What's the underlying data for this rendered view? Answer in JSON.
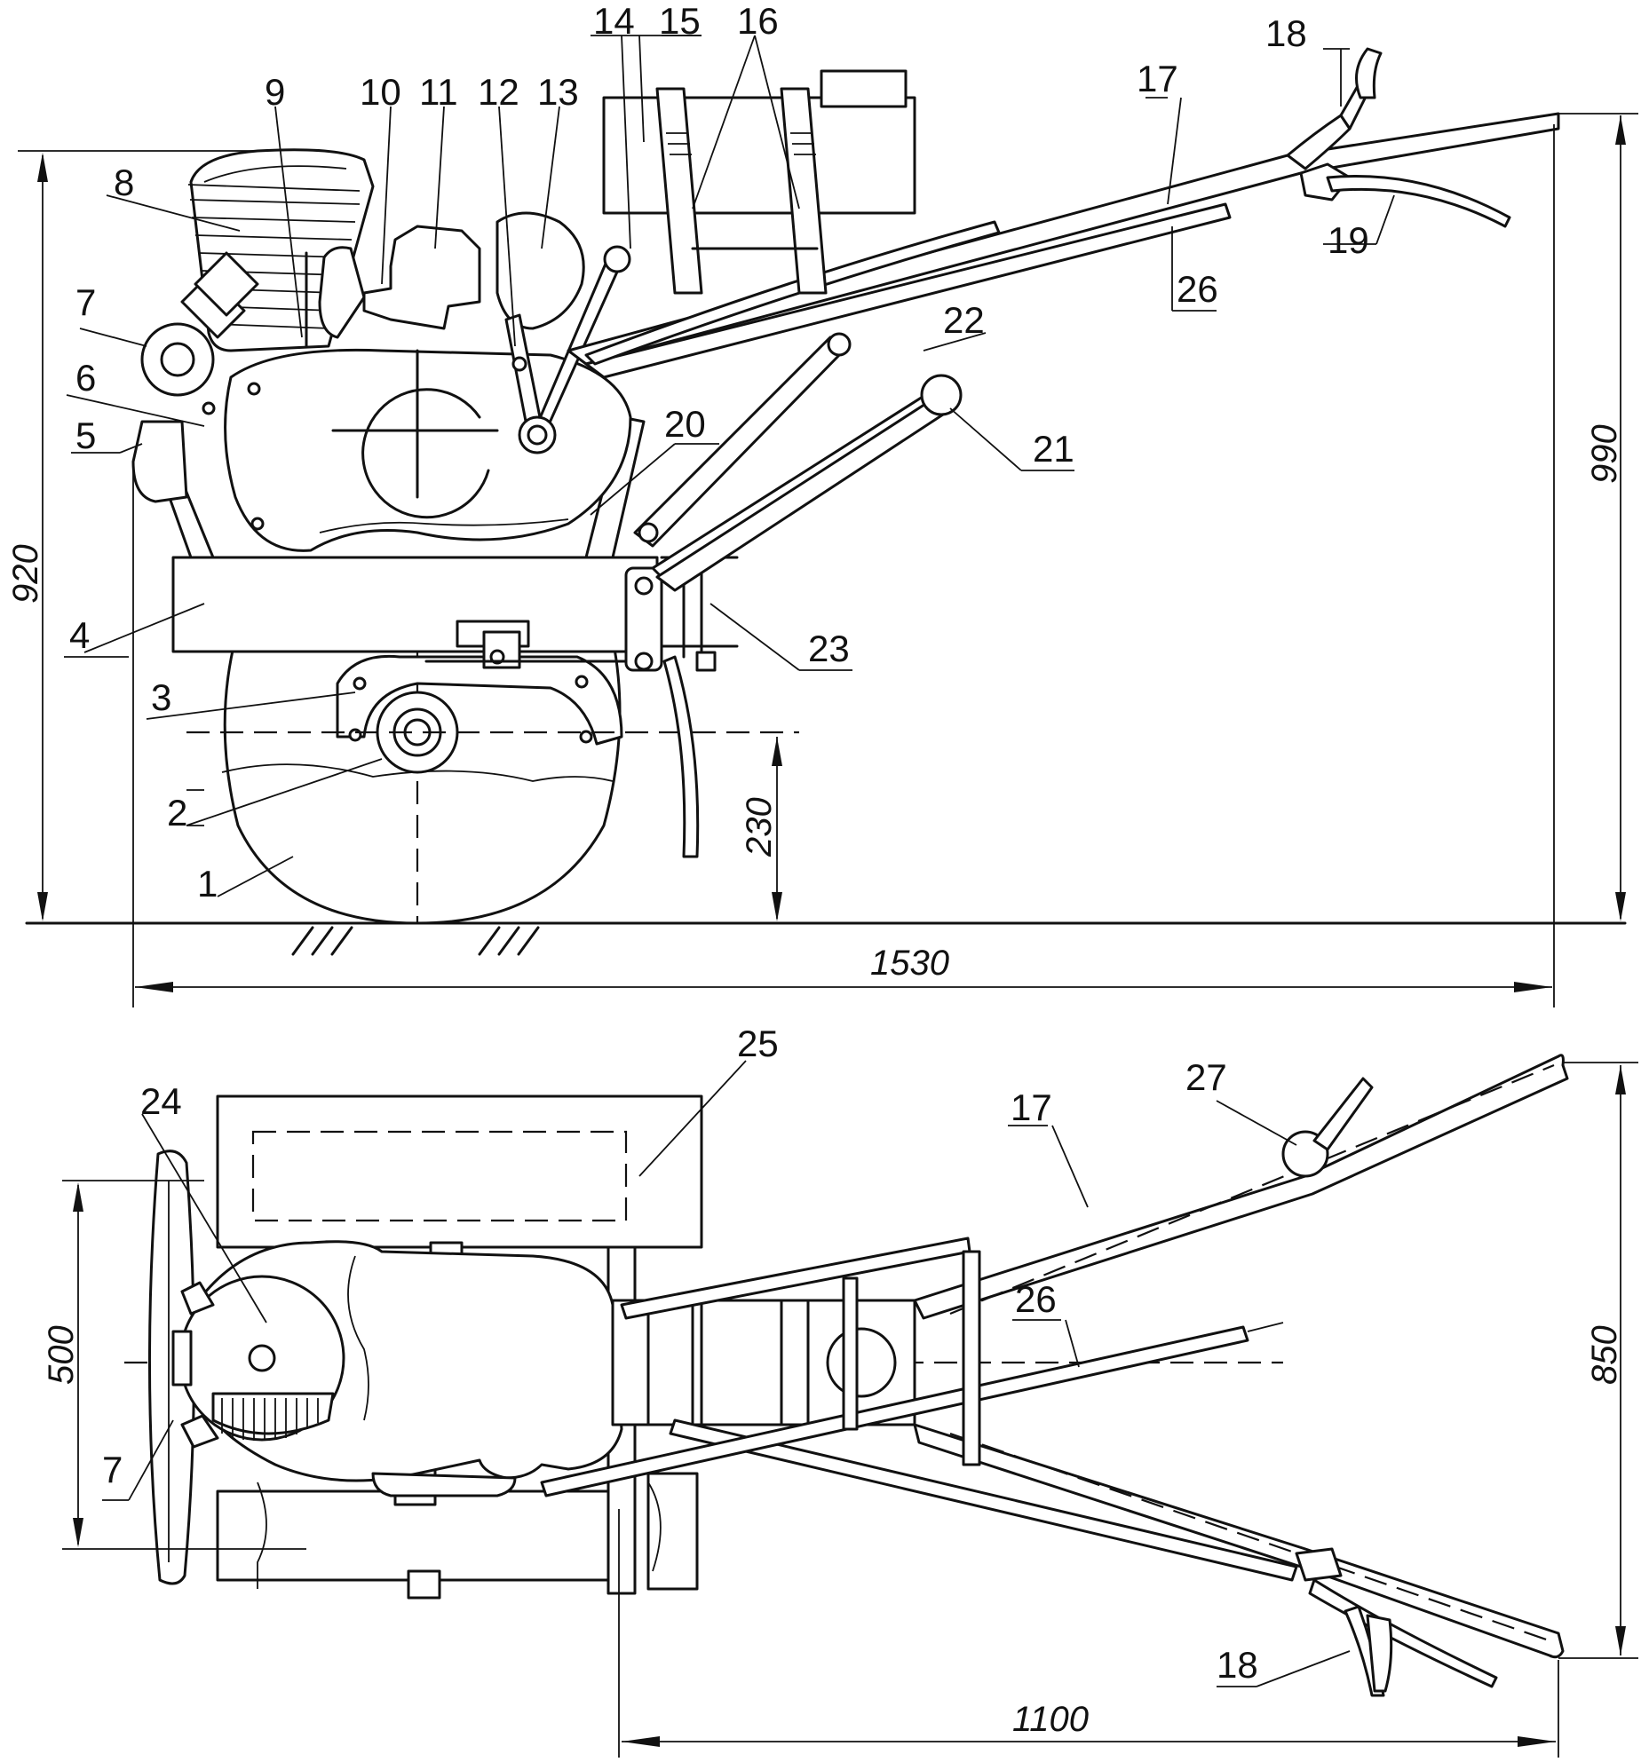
{
  "part_numbers": {
    "p1": "1",
    "p2": "2",
    "p3": "3",
    "p4": "4",
    "p5": "5",
    "p6": "6",
    "p7": "7",
    "p8": "8",
    "p9": "9",
    "p10": "10",
    "p11": "11",
    "p12": "12",
    "p13": "13",
    "p14": "14",
    "p15": "15",
    "p16": "16",
    "p17": "17",
    "p18": "18",
    "p19": "19",
    "p20": "20",
    "p21": "21",
    "p22": "22",
    "p23": "23",
    "p24": "24",
    "p25": "25",
    "p26": "26",
    "p27": "27"
  },
  "dimensions": {
    "height_920": "920",
    "height_990": "990",
    "axle_230": "230",
    "length_1530": "1530",
    "width_500": "500",
    "width_850": "850",
    "length_1100": "1100"
  }
}
